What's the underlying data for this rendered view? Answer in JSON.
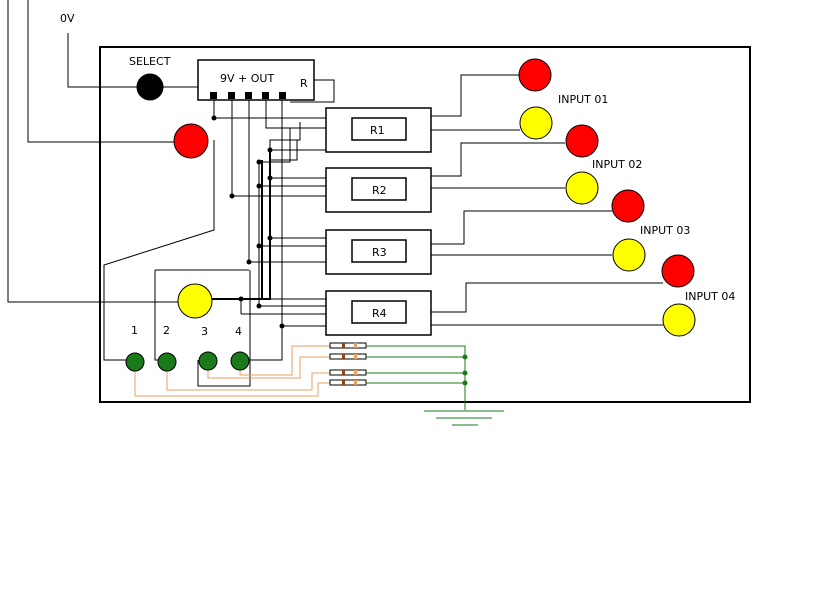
{
  "labels": {
    "zero_volt": "0V",
    "select": "SELECT",
    "out_block": "9V + OUT",
    "out_block_r": "R",
    "inputs": [
      "INPUT 01",
      "INPUT 02",
      "INPUT 03",
      "INPUT 04"
    ],
    "relays": [
      "R1",
      "R2",
      "R3",
      "R4"
    ],
    "button_numbers": [
      "1",
      "2",
      "3",
      "4"
    ]
  },
  "colors": {
    "wire": "#000000",
    "ground_wire": "#1a7a1a",
    "pulldown_wire": "#e8a060",
    "led_red": "#ff0000",
    "led_yellow": "#ffff00",
    "button_green": "#1a7a1a",
    "select_button": "#000000"
  }
}
